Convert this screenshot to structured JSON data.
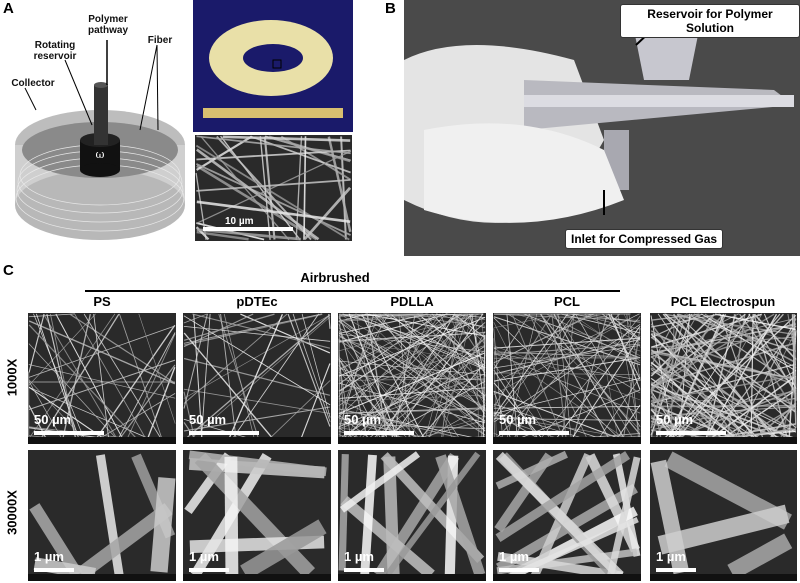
{
  "panel_a": {
    "label": "A",
    "schematic": {
      "labels": {
        "polymer_pathway": "Polymer pathway",
        "rotating_reservoir": "Rotating reservoir",
        "fiber": "Fiber",
        "collector": "Collector",
        "omega": "ω"
      }
    },
    "sem_scale": "10 µm"
  },
  "panel_b": {
    "label": "B",
    "callouts": {
      "reservoir": "Reservoir for Polymer Solution",
      "inlet": "Inlet for Compressed Gas"
    }
  },
  "panel_c": {
    "label": "C",
    "group_header": "Airbrushed",
    "columns": [
      "PS",
      "pDTEc",
      "PDLLA",
      "PCL",
      "PCL Electrospun"
    ],
    "rows": [
      {
        "label": "1000X",
        "scale": "50 µm"
      },
      {
        "label": "30000X",
        "scale": "1 µm"
      }
    ]
  }
}
